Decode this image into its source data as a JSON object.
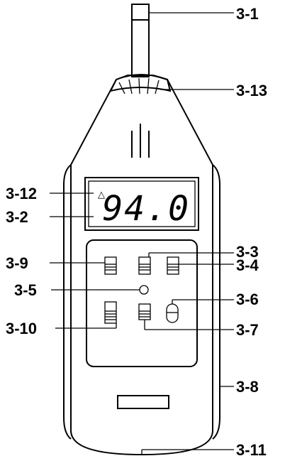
{
  "display": {
    "reading": "94.0",
    "indicator_symbol": "△"
  },
  "callouts": {
    "c3_1": "3-1",
    "c3_2": "3-2",
    "c3_3": "3-3",
    "c3_4": "3-4",
    "c3_5": "3-5",
    "c3_6": "3-6",
    "c3_7": "3-7",
    "c3_8": "3-8",
    "c3_9": "3-9",
    "c3_10": "3-10",
    "c3_11": "3-11",
    "c3_12": "3-12",
    "c3_13": "3-13"
  }
}
